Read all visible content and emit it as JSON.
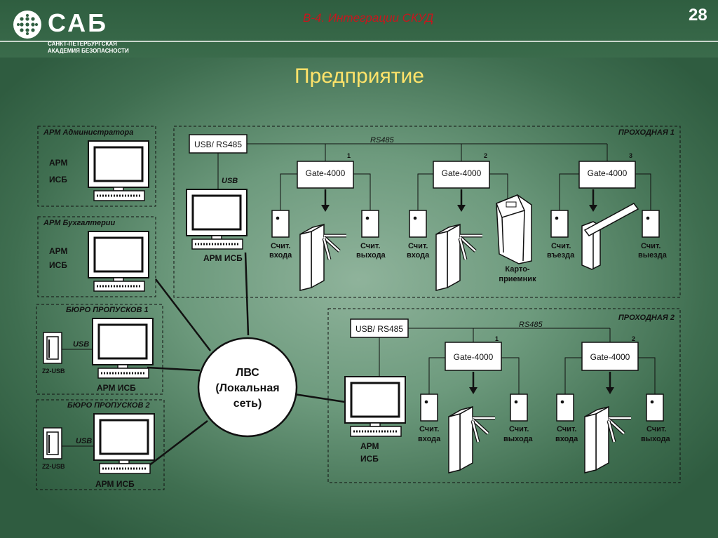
{
  "logo": {
    "name": "САБ",
    "line1": "САНКТ-ПЕТЕРБУРГСКАЯ",
    "line2": "АКАДЕМИЯ БЕЗОПАСНОСТИ"
  },
  "header": {
    "subtitle": "В-4. Интеграции СКУД",
    "page_number": "28"
  },
  "title": "Предприятие",
  "colors": {
    "subtitle": "#c8161d",
    "title": "#ffe36a",
    "outline": "#111111"
  },
  "lan": {
    "line1": "ЛВС",
    "line2": "(Локальная",
    "line3": "сеть)"
  },
  "offices": [
    {
      "title": "АРМ Администратора",
      "arm_line1": "АРМ",
      "arm_line2": "ИСБ"
    },
    {
      "title": "АРМ Бухгалтерии",
      "arm_line1": "АРМ",
      "arm_line2": "ИСБ"
    },
    {
      "title": "БЮРО ПРОПУСКОВ 1",
      "usb_label": "USB",
      "reader_label": "Z2-USB",
      "arm_label": "АРМ ИСБ"
    },
    {
      "title": "БЮРО ПРОПУСКОВ 2",
      "usb_label": "USB",
      "reader_label": "Z2-USB",
      "arm_label": "АРМ ИСБ"
    }
  ],
  "checkpoint1": {
    "title": "ПРОХОДНАЯ 1",
    "converter": "USB/ RS485",
    "bus": "RS485",
    "usb_label": "USB",
    "arm_label": "АРМ ИСБ",
    "controllers": [
      {
        "number": "1",
        "label": "Gate-4000",
        "in_line1": "Счит.",
        "in_line2": "входа",
        "out_line1": "Счит.",
        "out_line2": "выхода"
      },
      {
        "number": "2",
        "label": "Gate-4000",
        "in_line1": "Счит.",
        "in_line2": "входа",
        "out_line1": "Карто-",
        "out_line2": "приемник"
      },
      {
        "number": "3",
        "label": "Gate-4000",
        "in_line1": "Счит.",
        "in_line2": "въезда",
        "out_line1": "Счит.",
        "out_line2": "выезда"
      }
    ]
  },
  "checkpoint2": {
    "title": "ПРОХОДНАЯ 2",
    "converter": "USB/ RS485",
    "bus": "RS485",
    "arm_line1": "АРМ",
    "arm_line2": "ИСБ",
    "controllers": [
      {
        "number": "1",
        "label": "Gate-4000",
        "in_line1": "Счит.",
        "in_line2": "входа",
        "out_line1": "Счит.",
        "out_line2": "выхода"
      },
      {
        "number": "2",
        "label": "Gate-4000",
        "in_line1": "Счит.",
        "in_line2": "входа",
        "out_line1": "Счит.",
        "out_line2": "выхода"
      }
    ]
  }
}
